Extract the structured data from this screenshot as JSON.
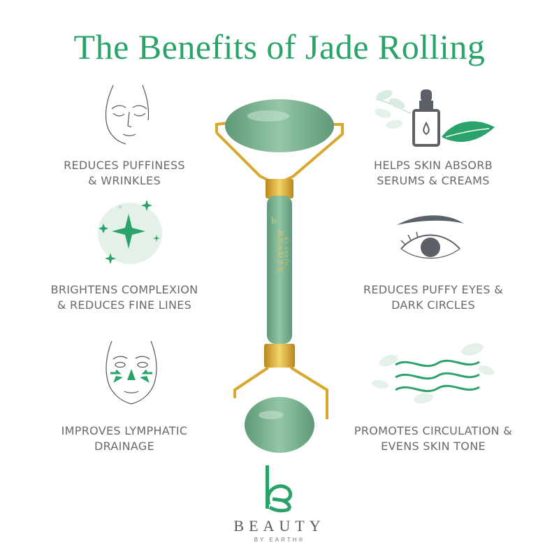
{
  "title": "The Benefits of Jade Rolling",
  "colors": {
    "brand_green": "#2aa36a",
    "jade": "#7fb894",
    "gold": "#d9a72b",
    "text_gray": "#666a6e",
    "mint": "#e3f1e9"
  },
  "benefits": [
    {
      "icon": "face-closed-eyes-icon",
      "line1": "REDUCES PUFFINESS",
      "line2": "& WRINKLES"
    },
    {
      "icon": "sparkles-icon",
      "line1": "BRIGHTENS COMPLEXION",
      "line2": "& REDUCES FINE LINES"
    },
    {
      "icon": "face-lymphatic-arrows-icon",
      "line1": "IMPROVES LYMPHATIC",
      "line2": "DRAINAGE"
    },
    {
      "icon": "serum-dropper-bottle-icon",
      "line1": "HELPS SKIN ABSORB",
      "line2": "SERUMS & CREAMS"
    },
    {
      "icon": "eye-icon",
      "line1": "REDUCES PUFFY EYES &",
      "line2": "DARK CIRCLES"
    },
    {
      "icon": "circulation-waves-icon",
      "line1": "PROMOTES CIRCULATION &",
      "line2": "EVENS SKIN TONE"
    }
  ],
  "roller": {
    "icon": "jade-roller-icon",
    "brand_line1": "BEAUTY",
    "brand_line2": "BY EARTH"
  },
  "brand": {
    "logo": "be-logo-icon",
    "name": "BEAUTY",
    "tagline": "BY EARTH®"
  }
}
